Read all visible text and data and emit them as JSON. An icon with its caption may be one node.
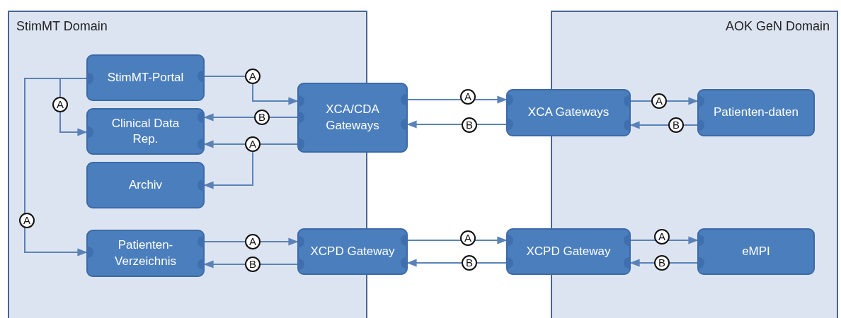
{
  "diagram": {
    "nodes": [
      {
        "text": [
          "StimMT Domain"
        ]
      },
      {
        "text": [
          "AOK GeN Domain"
        ]
      },
      {
        "text": [
          "StimMT-Portal"
        ],
        "in": 0
      },
      {
        "text": [
          "Clinical Data Rep."
        ],
        "in": 0
      },
      {
        "text": [
          "Archiv"
        ],
        "in": 0
      },
      {
        "text": [
          "Patienten-Verzeichnis"
        ],
        "in": 0
      },
      {
        "text": [
          "XCA/CDA Gateways"
        ]
      },
      {
        "text": [
          "XCA Gateways"
        ]
      },
      {
        "text": [
          "Patienten-daten"
        ],
        "in": 1
      },
      {
        "text": [
          "XCPD Gateway"
        ]
      },
      {
        "text": [
          "XCPD Gateway"
        ]
      },
      {
        "text": [
          "eMPI"
        ],
        "in": 1
      }
    ],
    "edges": [
      {
        "from": 2,
        "to": 6,
        "arrow": "to",
        "label": "A"
      },
      {
        "from": 2,
        "to": 3,
        "arrow": "to",
        "label": "A"
      },
      {
        "from": 2,
        "to": 5,
        "arrow": "to",
        "label": "A"
      },
      {
        "from": 6,
        "to": 3,
        "arrow": "to",
        "label": "B"
      },
      {
        "from": 6,
        "to": 3,
        "arrow": "to",
        "label": "A"
      },
      {
        "from": 6,
        "to": 4,
        "arrow": "to"
      },
      {
        "from": 6,
        "to": 7,
        "arrow": "to",
        "label": "A"
      },
      {
        "from": 7,
        "to": 6,
        "arrow": "to",
        "label": "B"
      },
      {
        "from": 7,
        "to": 8,
        "arrow": "to",
        "label": "A"
      },
      {
        "from": 8,
        "to": 7,
        "arrow": "to",
        "label": "B"
      },
      {
        "from": 5,
        "to": 9,
        "arrow": "to",
        "label": "A"
      },
      {
        "from": 9,
        "to": 5,
        "arrow": "to",
        "label": "B"
      },
      {
        "from": 9,
        "to": 10,
        "arrow": "to",
        "label": "A"
      },
      {
        "from": 10,
        "to": 9,
        "arrow": "to",
        "label": "B"
      },
      {
        "from": 10,
        "to": 11,
        "arrow": "to",
        "label": "A"
      },
      {
        "from": 11,
        "to": 10,
        "arrow": "to",
        "label": "B"
      }
    ]
  }
}
